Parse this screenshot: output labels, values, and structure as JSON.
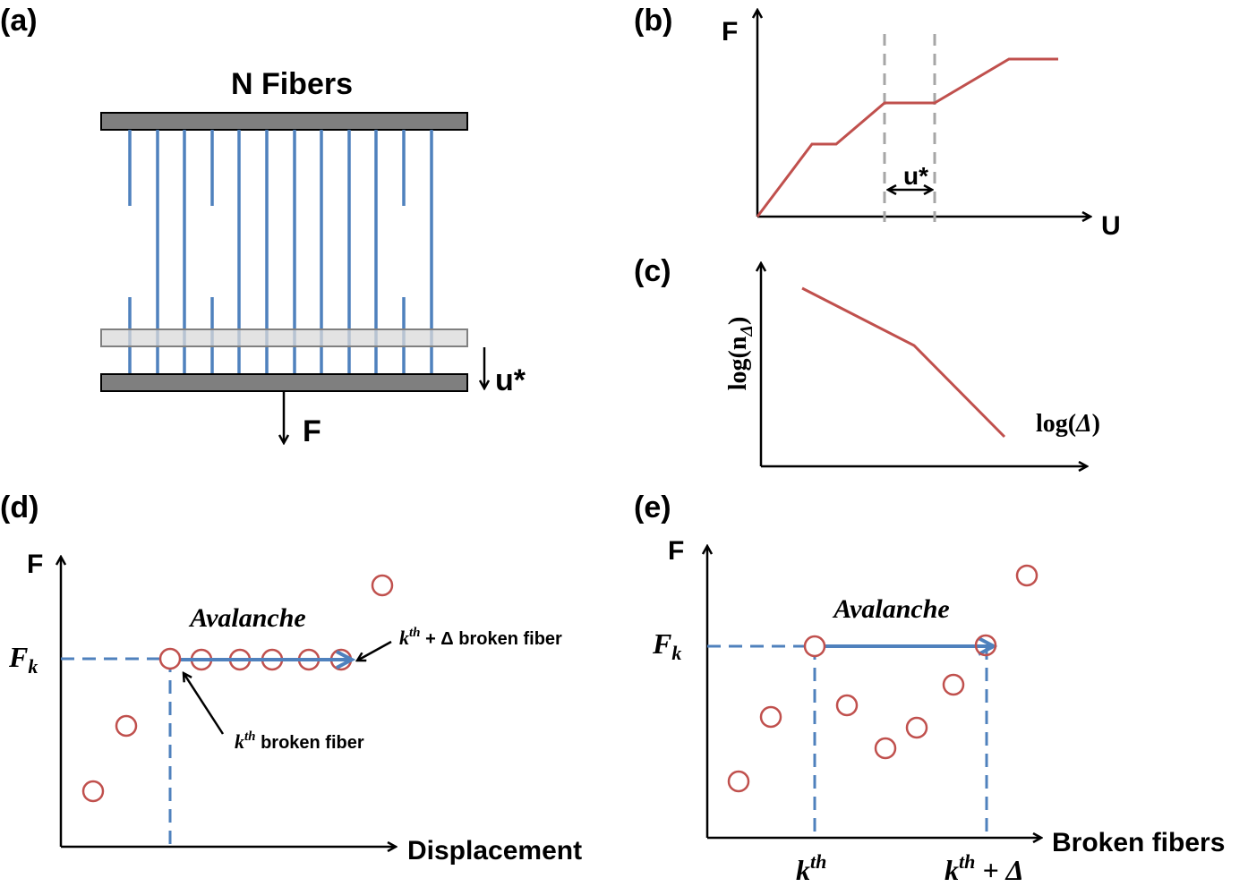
{
  "colors": {
    "fiber": "#4f81bd",
    "curve": "#c0504d",
    "plate_dark": "#7f7f7f",
    "plate_light": "#d9d9d9",
    "guide_grey": "#a6a6a6"
  },
  "panel_a": {
    "label": "(a)",
    "title": "N Fibers",
    "displacement_label": "u*",
    "force_label": "F"
  },
  "panel_b": {
    "label": "(b)",
    "y_label": "F",
    "x_label": "U",
    "interval_label": "u*"
  },
  "panel_c": {
    "label": "(c)",
    "y_label": "log(n",
    "y_label_sub": "Δ",
    "y_label_close": ")",
    "x_label": "log(",
    "x_label_delta": "Δ",
    "x_label_close": ")"
  },
  "panel_d": {
    "label": "(d)",
    "y_label": "F",
    "x_label": "Displacement",
    "level_label": "F",
    "level_sub": "k",
    "avalanche_label": "Avalanche",
    "kth_label_k": "k",
    "kth_label_sup": "th",
    "kth_label_text": " broken fiber",
    "kdelta_label_k": "k",
    "kdelta_label_sup": "th",
    "kdelta_label_text": " + Δ broken fiber"
  },
  "panel_e": {
    "label": "(e)",
    "y_label": "F",
    "x_label": "Broken fibers",
    "level_label": "F",
    "level_sub": "k",
    "avalanche_label": "Avalanche",
    "tick1_k": "k",
    "tick1_sup": "th",
    "tick2_k": "k",
    "tick2_sup": "th",
    "tick2_tail": " + Δ"
  }
}
